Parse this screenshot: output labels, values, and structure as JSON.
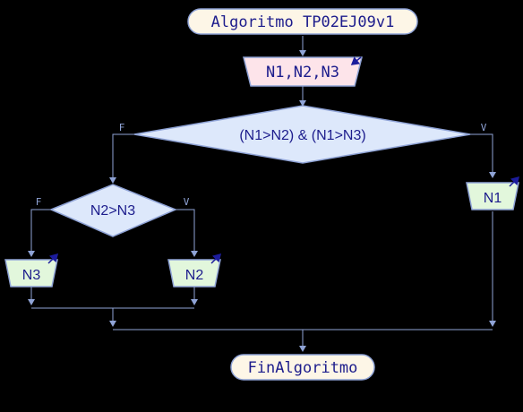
{
  "title": "Algoritmo TP02EJ09v1",
  "input": "N1,N2,N3",
  "cond1": "(N1>N2) & (N1>N3)",
  "cond1_false": "F",
  "cond1_true": "V",
  "cond2": "N2>N3",
  "cond2_false": "F",
  "cond2_true": "V",
  "out_left": "N3",
  "out_mid": "N2",
  "out_right": "N1",
  "end": "FinAlgoritmo",
  "colors": {
    "background": "#000000",
    "line": "#8fa3d6",
    "title_fill": "#fdf6e7",
    "title_text": "#1c1c8c",
    "input_fill": "#fde4ea",
    "decision_fill": "#dde8fb",
    "output_fill": "#e2f7dc",
    "arrow_icon": "#1c1c9c"
  }
}
